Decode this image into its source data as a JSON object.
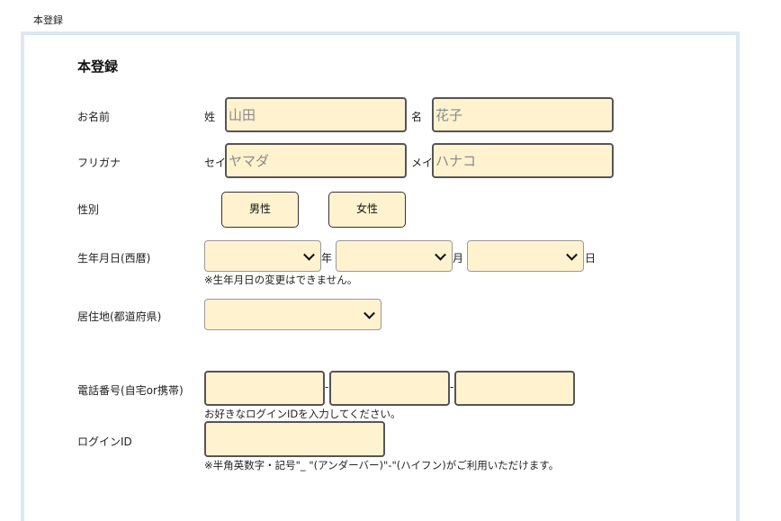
{
  "breadcrumb": "本登録",
  "form": {
    "title": "本登録",
    "name": {
      "label": "お名前",
      "last_label": "姓",
      "last_placeholder": "山田",
      "first_label": "名",
      "first_placeholder": "花子"
    },
    "kana": {
      "label": "フリガナ",
      "last_label": "セイ",
      "last_placeholder": "ヤマダ",
      "first_label": "メイ",
      "first_placeholder": "ハナコ"
    },
    "gender": {
      "label": "性別",
      "options": [
        "男性",
        "女性"
      ]
    },
    "birthday": {
      "label": "生年月日(西暦)",
      "year_suffix": "年",
      "month_suffix": "月",
      "day_suffix": "日",
      "note": "※生年月日の変更はできません。"
    },
    "residence": {
      "label": "居住地(都道府県)"
    },
    "phone": {
      "label": "電話番号(自宅or携帯)",
      "separator": "-",
      "note": "お好きなログインIDを入力してください。"
    },
    "login": {
      "label": "ログインID",
      "note": "※半角英数字・記号\"_ \"(アンダーバー)\"-\"(ハイフン)がご利用いただけます。"
    }
  },
  "colors": {
    "input_bg": "#fff2cf",
    "panel_border": "#dde7f1"
  }
}
